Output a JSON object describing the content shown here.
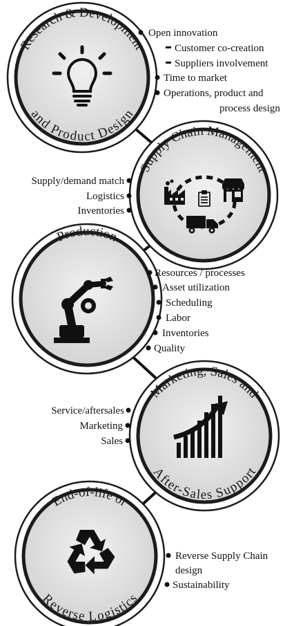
{
  "stages": [
    {
      "id": "rnd",
      "title_top": "Research & Development",
      "title_bottom": "and Product Design",
      "icon": "lightbulb-icon",
      "bullets": [
        {
          "text": "Open innovation",
          "marker": "dot"
        },
        {
          "text": "Customer co-creation",
          "marker": "dash"
        },
        {
          "text": "Suppliers involvement",
          "marker": "dash"
        },
        {
          "text": "Time to market",
          "marker": "dot"
        },
        {
          "text": "Operations, product and",
          "marker": "dot"
        },
        {
          "text": "process design",
          "marker": "none"
        }
      ]
    },
    {
      "id": "scm",
      "title_top": "Supply Chain Management",
      "icon": "supply-chain-icon",
      "bullets": [
        {
          "text": "Supply/demand match",
          "marker": "dot"
        },
        {
          "text": "Logistics",
          "marker": "dot"
        },
        {
          "text": "Inventories",
          "marker": "dot"
        }
      ]
    },
    {
      "id": "prod",
      "title_top": "Production",
      "icon": "robot-arm-icon",
      "bullets": [
        {
          "text": "Resources / processes",
          "marker": "dot"
        },
        {
          "text": "Asset utilization",
          "marker": "dot"
        },
        {
          "text": "Scheduling",
          "marker": "dot"
        },
        {
          "text": "Labor",
          "marker": "dot"
        },
        {
          "text": "Inventories",
          "marker": "dot"
        },
        {
          "text": "Quality",
          "marker": "dot"
        }
      ]
    },
    {
      "id": "mkt",
      "title_top": "Marketing, Sales and",
      "title_bottom": "After-Sales Support",
      "icon": "growth-chart-icon",
      "bullets": [
        {
          "text": "Service/aftersales",
          "marker": "dot"
        },
        {
          "text": "Marketing",
          "marker": "dot"
        },
        {
          "text": "Sales",
          "marker": "dot"
        }
      ]
    },
    {
      "id": "eol",
      "title_top": "End-of-life or",
      "title_bottom": "Reverse Logistics",
      "icon": "recycle-icon",
      "bullets": [
        {
          "text": "Reverse Supply Chain",
          "marker": "dot"
        },
        {
          "text": "design",
          "marker": "none"
        },
        {
          "text": "Sustainability",
          "marker": "dot"
        }
      ]
    }
  ],
  "colors": {
    "ring": "#1c1c1c",
    "fill": "#e3e3e3",
    "outer_fill": "#ffffff",
    "text": "#111111"
  }
}
